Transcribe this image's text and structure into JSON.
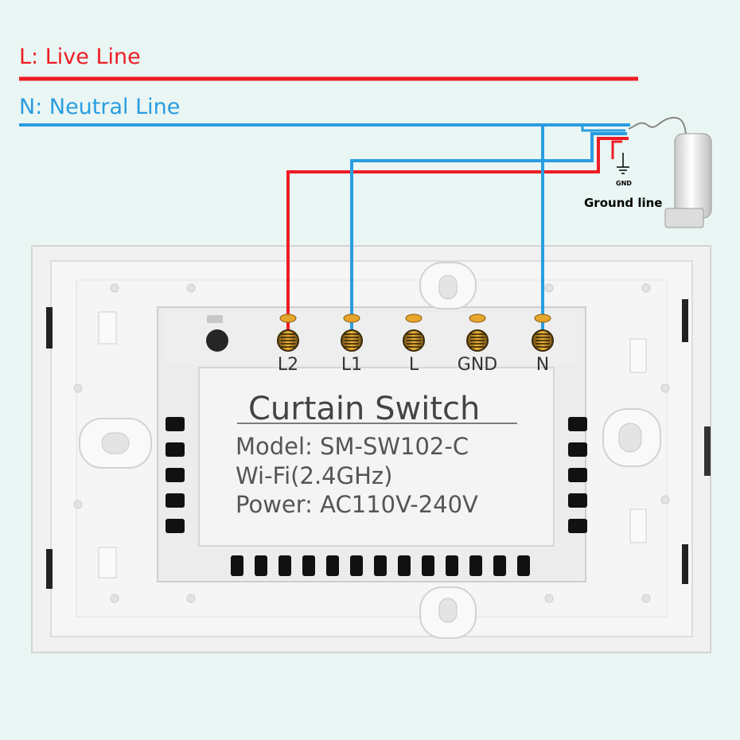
{
  "legend": {
    "live_label": "L: Live Line",
    "neutral_label": "N: Neutral Line"
  },
  "motor": {
    "gnd_label": "GND",
    "ground_label": "Ground line"
  },
  "terminals": [
    {
      "label": "L2",
      "wire": "live"
    },
    {
      "label": "L1",
      "wire": "neutral"
    },
    {
      "label": "L",
      "wire": "none"
    },
    {
      "label": "GND",
      "wire": "none"
    },
    {
      "label": "N",
      "wire": "neutral"
    }
  ],
  "device": {
    "title": "Curtain Switch",
    "model": "Model: SM-SW102-C",
    "wifi": "Wi-Fi(2.4GHz)",
    "power": "Power: AC110V-240V"
  },
  "colors": {
    "live": "#ee1c24",
    "neutral": "#2a9de0",
    "background": "#e9f6f4"
  }
}
